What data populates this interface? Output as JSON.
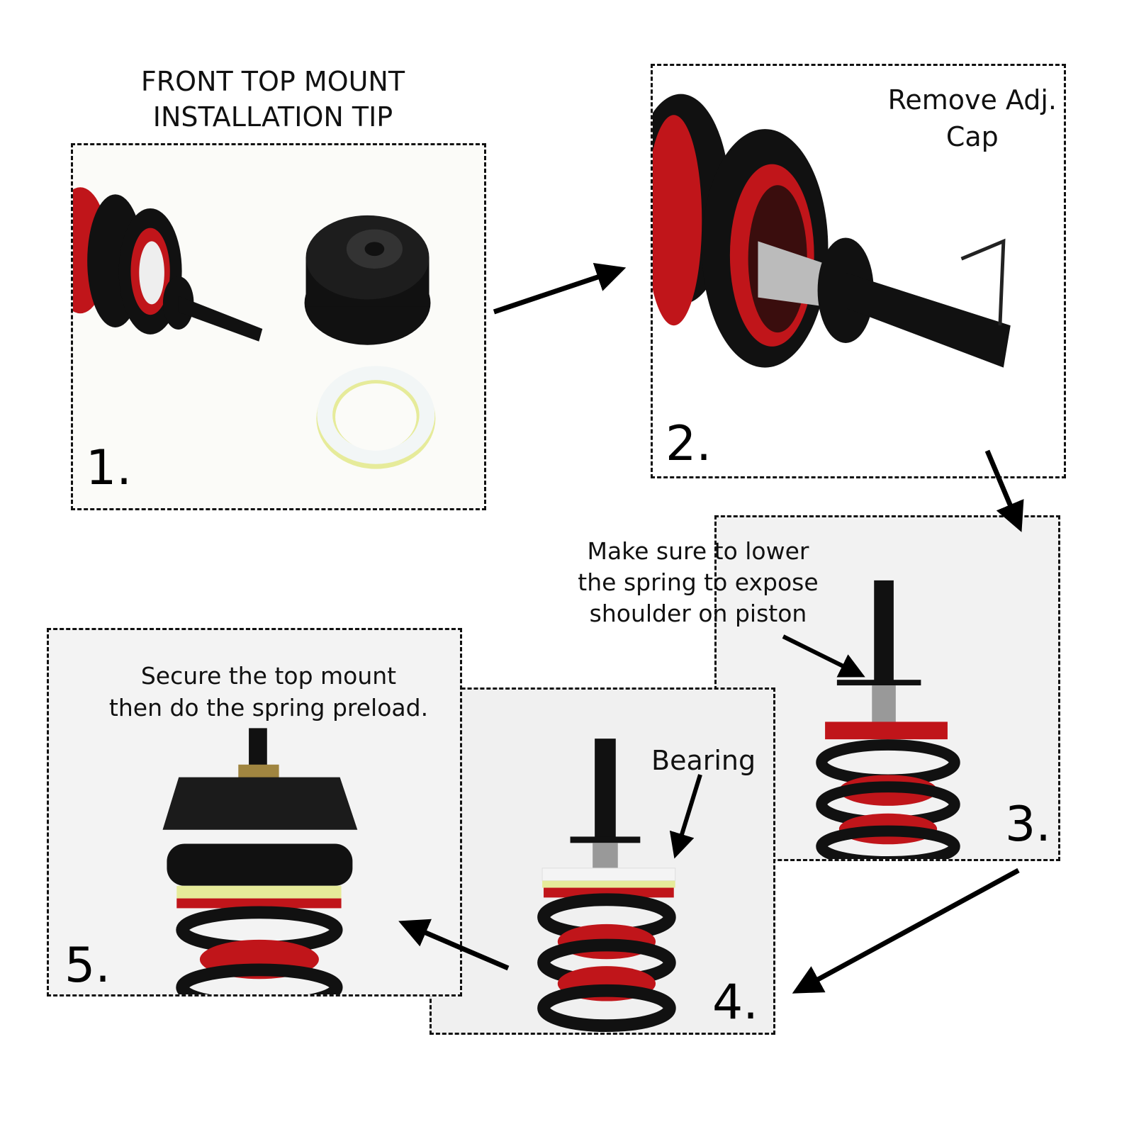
{
  "title": "FRONT TOP MOUNT\nINSTALLATION TIP",
  "steps": [
    {
      "number": "1.",
      "caption": ""
    },
    {
      "number": "2.",
      "caption": "Remove Adj.\nCap"
    },
    {
      "number": "3.",
      "caption": "Make sure to lower\nthe spring to expose\nshoulder on piston"
    },
    {
      "number": "4.",
      "caption": "Bearing"
    },
    {
      "number": "5.",
      "caption": "Secure the top mount\nthen do the spring preload."
    }
  ],
  "colors": {
    "red": "#c0151a",
    "black": "#111111",
    "bearing_yellow": "#e6eb9a"
  }
}
